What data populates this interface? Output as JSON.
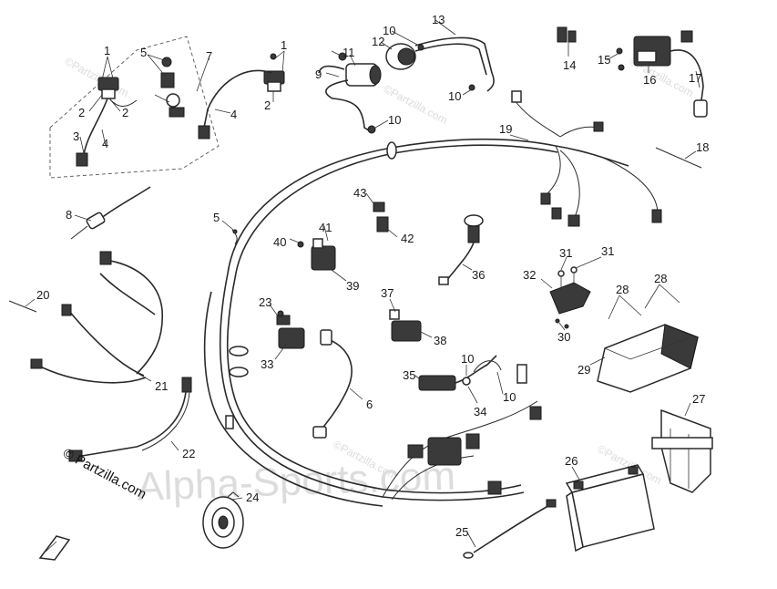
{
  "diagram": {
    "watermarks": {
      "center": "Alpha-Sports.com",
      "stamp_text": "©Partzilla.com",
      "copyright": "© Partzilla.com"
    },
    "callouts": {
      "c1a": "1",
      "c1b": "1",
      "c2a": "2",
      "c2b": "2",
      "c2c": "2",
      "c3": "3",
      "c4a": "4",
      "c4b": "4",
      "c5a": "5",
      "c5b": "5",
      "c6": "6",
      "c7": "7",
      "c8": "8",
      "c9": "9",
      "c10a": "10",
      "c10b": "10",
      "c10c": "10",
      "c10d": "10",
      "c10e": "10",
      "c11": "11",
      "c12": "12",
      "c13": "13",
      "c14": "14",
      "c15": "15",
      "c16": "16",
      "c17": "17",
      "c18": "18",
      "c19": "19",
      "c20": "20",
      "c21": "21",
      "c22": "22",
      "c23": "23",
      "c24": "24",
      "c25": "25",
      "c26": "26",
      "c27": "27",
      "c28a": "28",
      "c28b": "28",
      "c29": "29",
      "c30": "30",
      "c31a": "31",
      "c31b": "31",
      "c32": "32",
      "c33": "33",
      "c34": "34",
      "c35": "35",
      "c36": "36",
      "c37": "37",
      "c38": "38",
      "c39": "39",
      "c40": "40",
      "c41": "41",
      "c42": "42",
      "c43": "43"
    }
  }
}
